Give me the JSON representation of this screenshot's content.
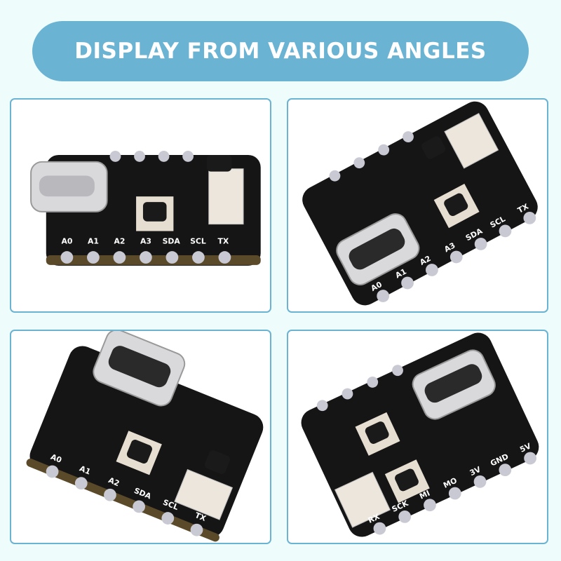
{
  "title": "DISPLAY FROM VARIOUS ANGLES",
  "colors": {
    "background": "#eefcfc",
    "accent": "#6bb3d3",
    "board": "#151515",
    "pad": "#c9c9d3"
  },
  "views": [
    {
      "pins": [
        "A0",
        "A1",
        "A2",
        "A3",
        "SDA",
        "SCL",
        "TX"
      ]
    },
    {
      "pins": [
        "A0",
        "A1",
        "A2",
        "A3",
        "SDA",
        "SCL",
        "TX"
      ]
    },
    {
      "pins": [
        "A0",
        "A1",
        "A2",
        "SDA",
        "SCL",
        "TX"
      ]
    },
    {
      "pins": [
        "RX",
        "SCK",
        "MI",
        "MO",
        "3V",
        "GND",
        "5V"
      ]
    }
  ]
}
